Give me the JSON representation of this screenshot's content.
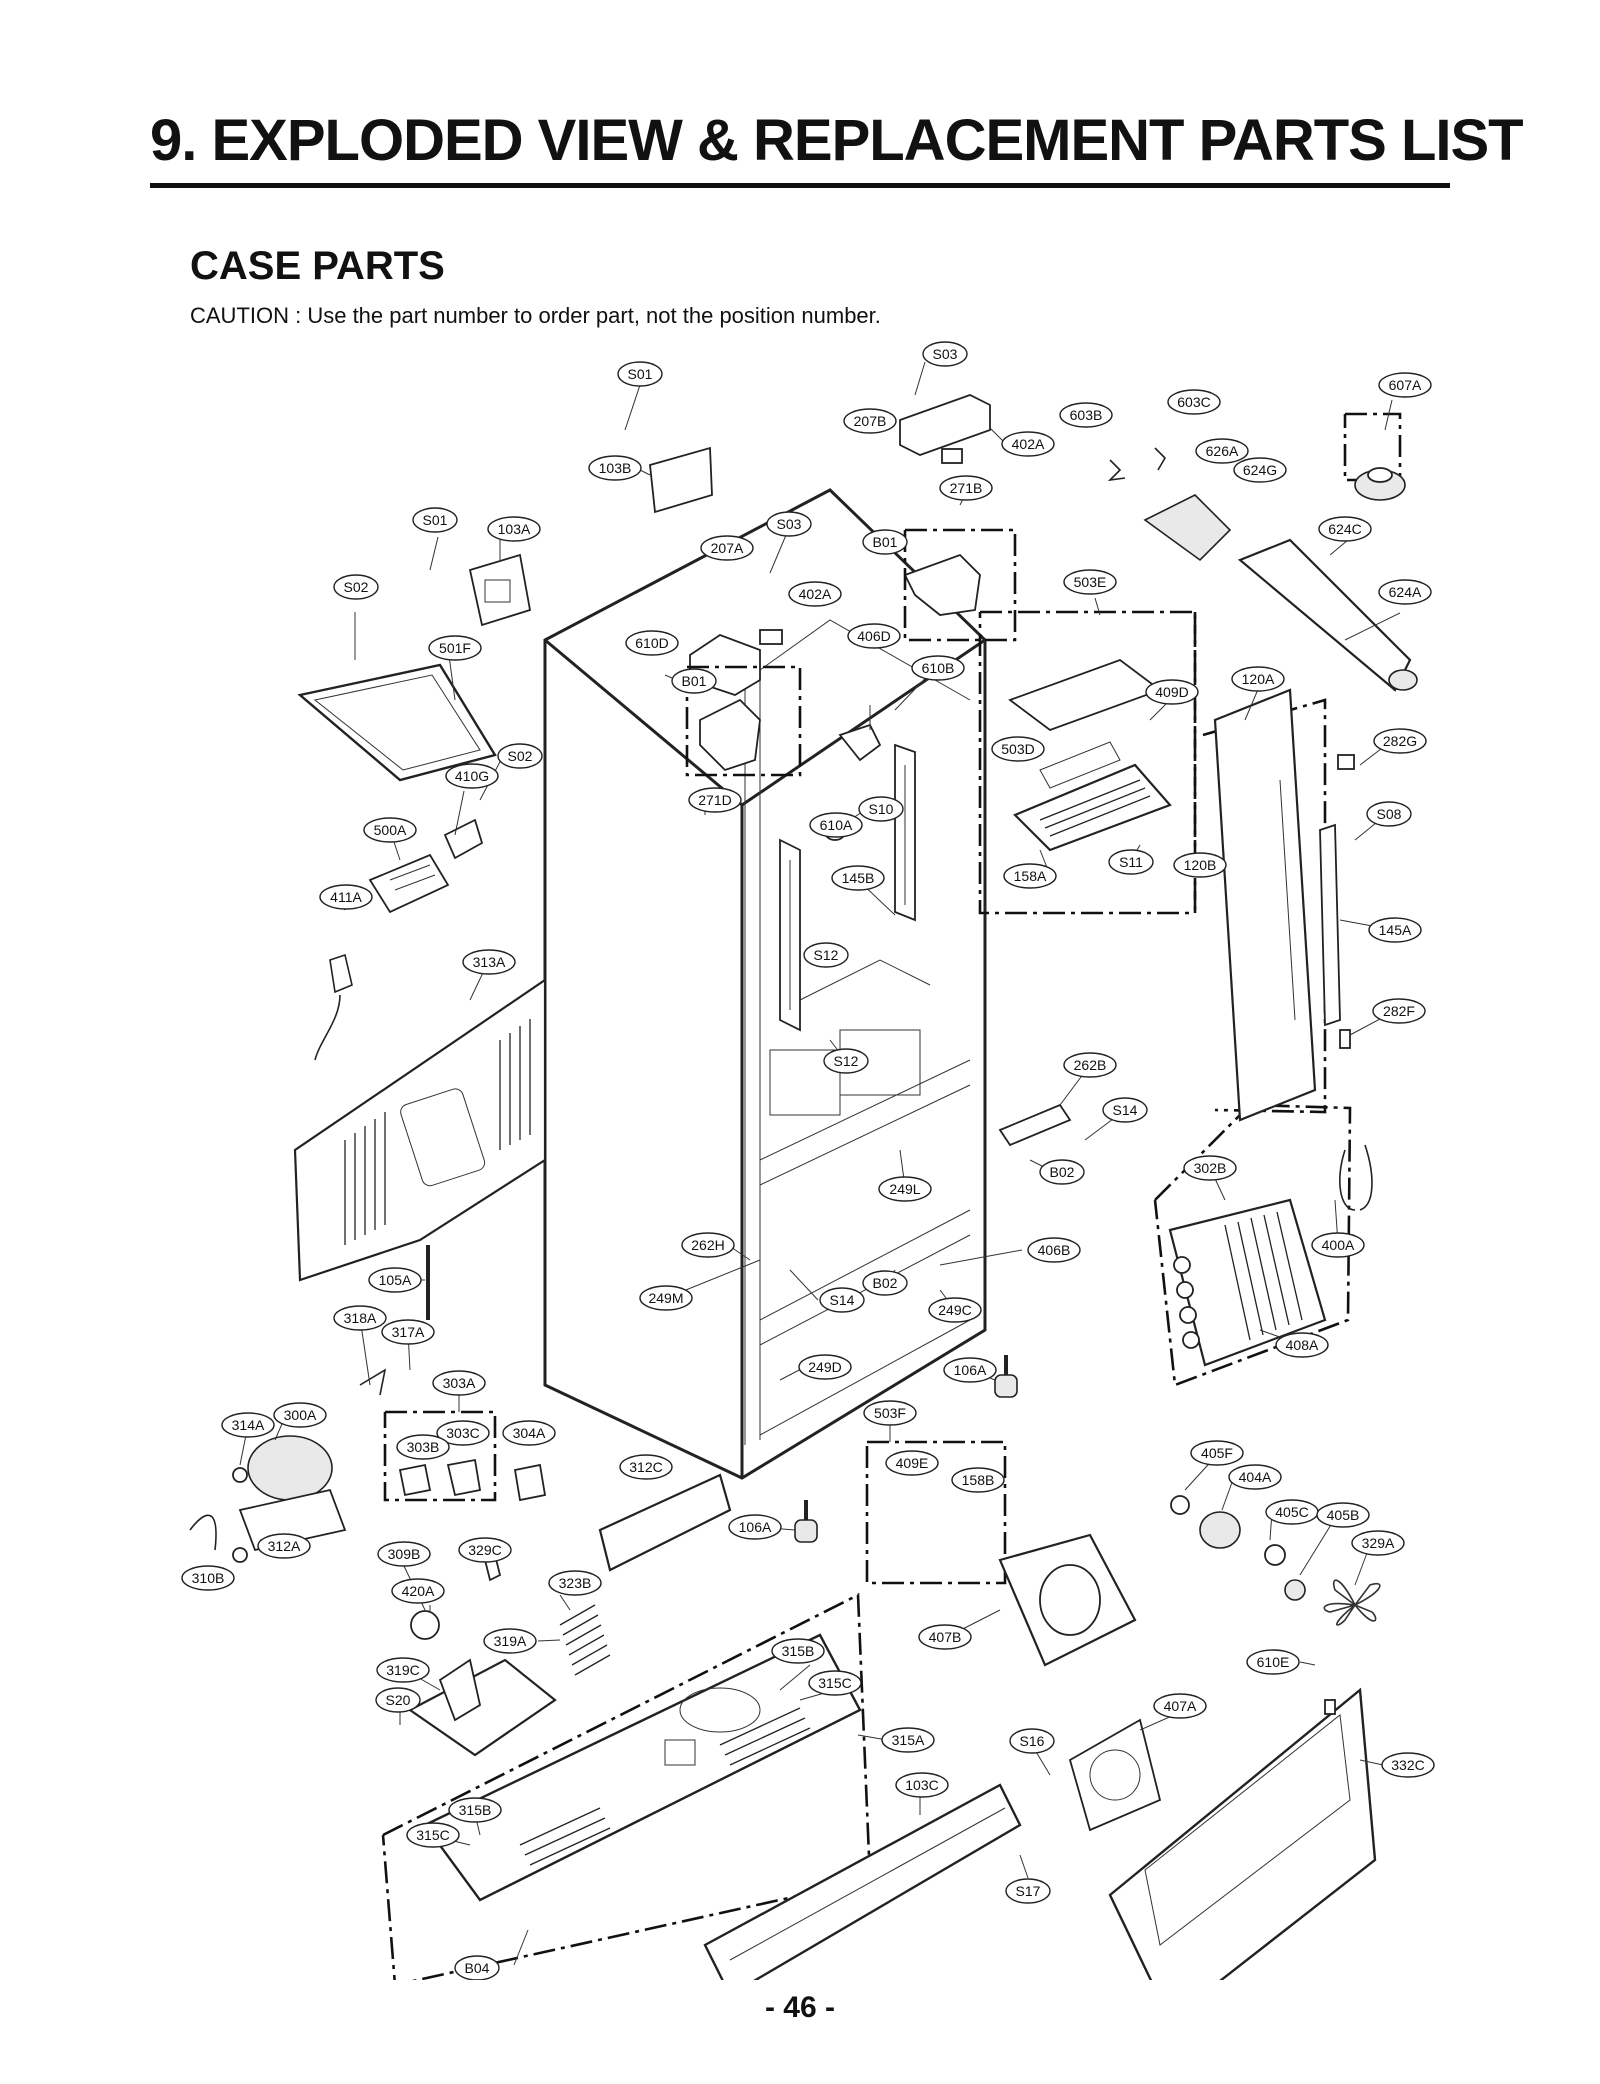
{
  "header": {
    "title": "9. EXPLODED VIEW & REPLACEMENT PARTS LIST",
    "section": "CASE PARTS",
    "caution": "CAUTION : Use the part number to order part, not the position number."
  },
  "footer": {
    "page_number": "- 46 -"
  },
  "diagram": {
    "callouts": [
      {
        "id": "S01-top",
        "label": "S01"
      },
      {
        "id": "S03-top",
        "label": "S03"
      },
      {
        "id": "607A",
        "label": "607A"
      },
      {
        "id": "603C",
        "label": "603C"
      },
      {
        "id": "603B",
        "label": "603B"
      },
      {
        "id": "207B",
        "label": "207B"
      },
      {
        "id": "402A-top",
        "label": "402A"
      },
      {
        "id": "626A",
        "label": "626A"
      },
      {
        "id": "624G",
        "label": "624G"
      },
      {
        "id": "103B",
        "label": "103B"
      },
      {
        "id": "271B",
        "label": "271B"
      },
      {
        "id": "S01-left",
        "label": "S01"
      },
      {
        "id": "103A",
        "label": "103A"
      },
      {
        "id": "S03-mid",
        "label": "S03"
      },
      {
        "id": "207A",
        "label": "207A"
      },
      {
        "id": "B01-top",
        "label": "B01"
      },
      {
        "id": "624C",
        "label": "624C"
      },
      {
        "id": "S02-top",
        "label": "S02"
      },
      {
        "id": "402A-mid",
        "label": "402A"
      },
      {
        "id": "503E",
        "label": "503E"
      },
      {
        "id": "624A",
        "label": "624A"
      },
      {
        "id": "501F",
        "label": "501F"
      },
      {
        "id": "610D",
        "label": "610D"
      },
      {
        "id": "406D",
        "label": "406D"
      },
      {
        "id": "610B",
        "label": "610B"
      },
      {
        "id": "B01-mid",
        "label": "B01"
      },
      {
        "id": "120A",
        "label": "120A"
      },
      {
        "id": "409D",
        "label": "409D"
      },
      {
        "id": "S02-mid",
        "label": "S02"
      },
      {
        "id": "503D",
        "label": "503D"
      },
      {
        "id": "282G",
        "label": "282G"
      },
      {
        "id": "410G",
        "label": "410G"
      },
      {
        "id": "271D",
        "label": "271D"
      },
      {
        "id": "S10",
        "label": "S10"
      },
      {
        "id": "S08",
        "label": "S08"
      },
      {
        "id": "500A",
        "label": "500A"
      },
      {
        "id": "610A",
        "label": "610A"
      },
      {
        "id": "S11",
        "label": "S11"
      },
      {
        "id": "120B",
        "label": "120B"
      },
      {
        "id": "145B",
        "label": "145B"
      },
      {
        "id": "158A-top",
        "label": "158A"
      },
      {
        "id": "411A",
        "label": "411A"
      },
      {
        "id": "145A",
        "label": "145A"
      },
      {
        "id": "S12-a",
        "label": "S12"
      },
      {
        "id": "313A",
        "label": "313A"
      },
      {
        "id": "282F",
        "label": "282F"
      },
      {
        "id": "S12-b",
        "label": "S12"
      },
      {
        "id": "262B",
        "label": "262B"
      },
      {
        "id": "S14-top",
        "label": "S14"
      },
      {
        "id": "B02-top",
        "label": "B02"
      },
      {
        "id": "302B",
        "label": "302B"
      },
      {
        "id": "249L",
        "label": "249L"
      },
      {
        "id": "400A",
        "label": "400A"
      },
      {
        "id": "262H",
        "label": "262H"
      },
      {
        "id": "406B",
        "label": "406B"
      },
      {
        "id": "105A",
        "label": "105A"
      },
      {
        "id": "249M",
        "label": "249M"
      },
      {
        "id": "S14-mid",
        "label": "S14"
      },
      {
        "id": "B02-mid",
        "label": "B02"
      },
      {
        "id": "249C",
        "label": "249C"
      },
      {
        "id": "318A",
        "label": "318A"
      },
      {
        "id": "317A",
        "label": "317A"
      },
      {
        "id": "408A",
        "label": "408A"
      },
      {
        "id": "249D",
        "label": "249D"
      },
      {
        "id": "106A-top",
        "label": "106A"
      },
      {
        "id": "303A",
        "label": "303A"
      },
      {
        "id": "300A",
        "label": "300A"
      },
      {
        "id": "314A",
        "label": "314A"
      },
      {
        "id": "503F",
        "label": "503F"
      },
      {
        "id": "303C",
        "label": "303C"
      },
      {
        "id": "304A",
        "label": "304A"
      },
      {
        "id": "303B",
        "label": "303B"
      },
      {
        "id": "405F",
        "label": "405F"
      },
      {
        "id": "312C",
        "label": "312C"
      },
      {
        "id": "409E",
        "label": "409E"
      },
      {
        "id": "404A",
        "label": "404A"
      },
      {
        "id": "158B",
        "label": "158B"
      },
      {
        "id": "405C",
        "label": "405C"
      },
      {
        "id": "405B",
        "label": "405B"
      },
      {
        "id": "106A-mid",
        "label": "106A"
      },
      {
        "id": "312A",
        "label": "312A"
      },
      {
        "id": "329A",
        "label": "329A"
      },
      {
        "id": "309B",
        "label": "309B"
      },
      {
        "id": "329C",
        "label": "329C"
      },
      {
        "id": "310B",
        "label": "310B"
      },
      {
        "id": "323B",
        "label": "323B"
      },
      {
        "id": "420A",
        "label": "420A"
      },
      {
        "id": "407B",
        "label": "407B"
      },
      {
        "id": "319A",
        "label": "319A"
      },
      {
        "id": "315B-top",
        "label": "315B"
      },
      {
        "id": "610E",
        "label": "610E"
      },
      {
        "id": "319C",
        "label": "319C"
      },
      {
        "id": "315C-top",
        "label": "315C"
      },
      {
        "id": "407A",
        "label": "407A"
      },
      {
        "id": "S20",
        "label": "S20"
      },
      {
        "id": "315A",
        "label": "315A"
      },
      {
        "id": "S16",
        "label": "S16"
      },
      {
        "id": "332C",
        "label": "332C"
      },
      {
        "id": "103C",
        "label": "103C"
      },
      {
        "id": "315B-bot",
        "label": "315B"
      },
      {
        "id": "315C-bot",
        "label": "315C"
      },
      {
        "id": "S17",
        "label": "S17"
      },
      {
        "id": "B04",
        "label": "B04"
      }
    ]
  }
}
